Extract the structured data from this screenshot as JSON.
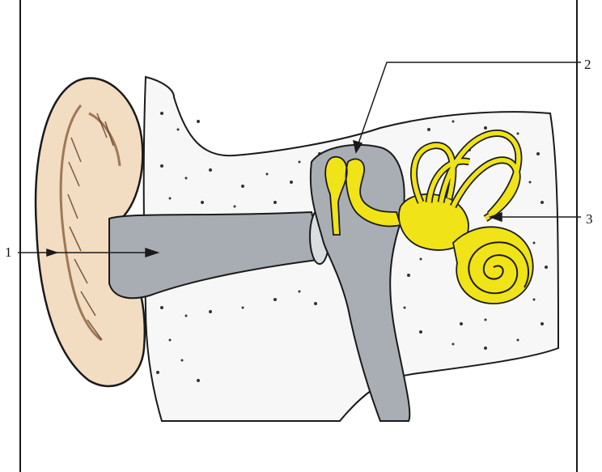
{
  "labels": {
    "outer": "1",
    "middle": "2",
    "inner": "3"
  },
  "colors": {
    "background": "#ffffff",
    "bone": "#f4f4f4",
    "ear_skin": "#f2dcc2",
    "ear_shadow": "#c89a6f",
    "canal": "#a7adb3",
    "inner_ear": "#f0e317",
    "line": "#1a1a1a"
  }
}
